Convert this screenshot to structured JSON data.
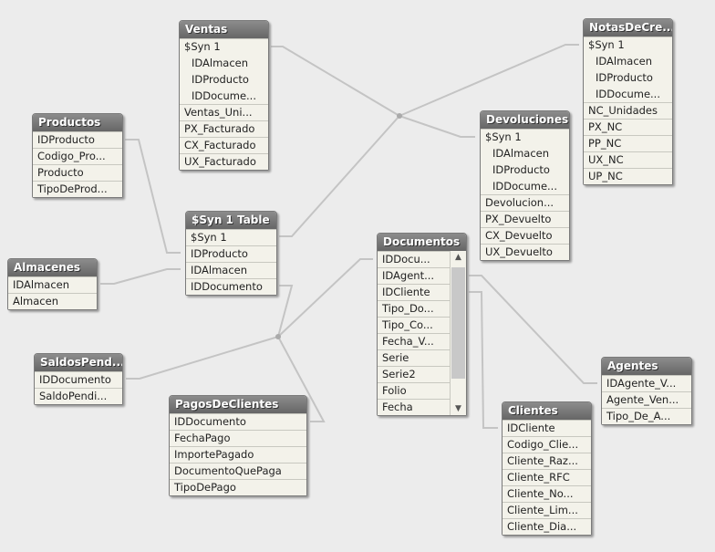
{
  "tables": [
    {
      "id": "ventas",
      "title": "Ventas",
      "fields": [
        "$Syn 1",
        "IDAlmacen",
        "IDProducto",
        "IDDocume...",
        "Ventas_Uni...",
        "PX_Facturado",
        "CX_Facturado",
        "UX_Facturado"
      ],
      "indented": [
        1,
        2,
        3
      ]
    },
    {
      "id": "productos",
      "title": "Productos",
      "fields": [
        "IDProducto",
        "Codigo_Pro...",
        "Producto",
        "TipoDeProd..."
      ],
      "indented": []
    },
    {
      "id": "almacenes",
      "title": "Almacenes",
      "fields": [
        "IDAlmacen",
        "Almacen"
      ],
      "indented": []
    },
    {
      "id": "syn1",
      "title": "$Syn 1 Table",
      "fields": [
        "$Syn 1",
        "IDProducto",
        "IDAlmacen",
        "IDDocumento"
      ],
      "indented": []
    },
    {
      "id": "saldos",
      "title": "SaldosPend...",
      "fields": [
        "IDDocumento",
        "SaldoPendi..."
      ],
      "indented": []
    },
    {
      "id": "pagos",
      "title": "PagosDeClientes",
      "fields": [
        "IDDocumento",
        "FechaPago",
        "ImportePagado",
        "DocumentoQuePaga",
        "TipoDePago"
      ],
      "indented": []
    },
    {
      "id": "documentos",
      "title": "Documentos",
      "fields": [
        "IDDocu...",
        "IDAgent...",
        "IDCliente",
        "Tipo_Do...",
        "Tipo_Co...",
        "Fecha_V...",
        "Serie",
        "Serie2",
        "Folio",
        "Fecha"
      ],
      "indented": [],
      "scroll": true
    },
    {
      "id": "devoluciones",
      "title": "Devoluciones",
      "fields": [
        "$Syn 1",
        "IDAlmacen",
        "IDProducto",
        "IDDocume...",
        "Devolucion...",
        "PX_Devuelto",
        "CX_Devuelto",
        "UX_Devuelto"
      ],
      "indented": [
        1,
        2,
        3
      ]
    },
    {
      "id": "notas",
      "title": "NotasDeCre...",
      "fields": [
        "$Syn 1",
        "IDAlmacen",
        "IDProducto",
        "IDDocume...",
        "NC_Unidades",
        "PX_NC",
        "PP_NC",
        "UX_NC",
        "UP_NC"
      ],
      "indented": [
        1,
        2,
        3
      ]
    },
    {
      "id": "agentes",
      "title": "Agentes",
      "fields": [
        "IDAgente_V...",
        "Agente_Ven...",
        "Tipo_De_A..."
      ],
      "indented": []
    },
    {
      "id": "clientes",
      "title": "Clientes",
      "fields": [
        "IDCliente",
        "Codigo_Clie...",
        "Cliente_Raz...",
        "Cliente_RFC",
        "Cliente_No...",
        "Cliente_Lim...",
        "Cliente_Dia..."
      ],
      "indented": []
    }
  ]
}
